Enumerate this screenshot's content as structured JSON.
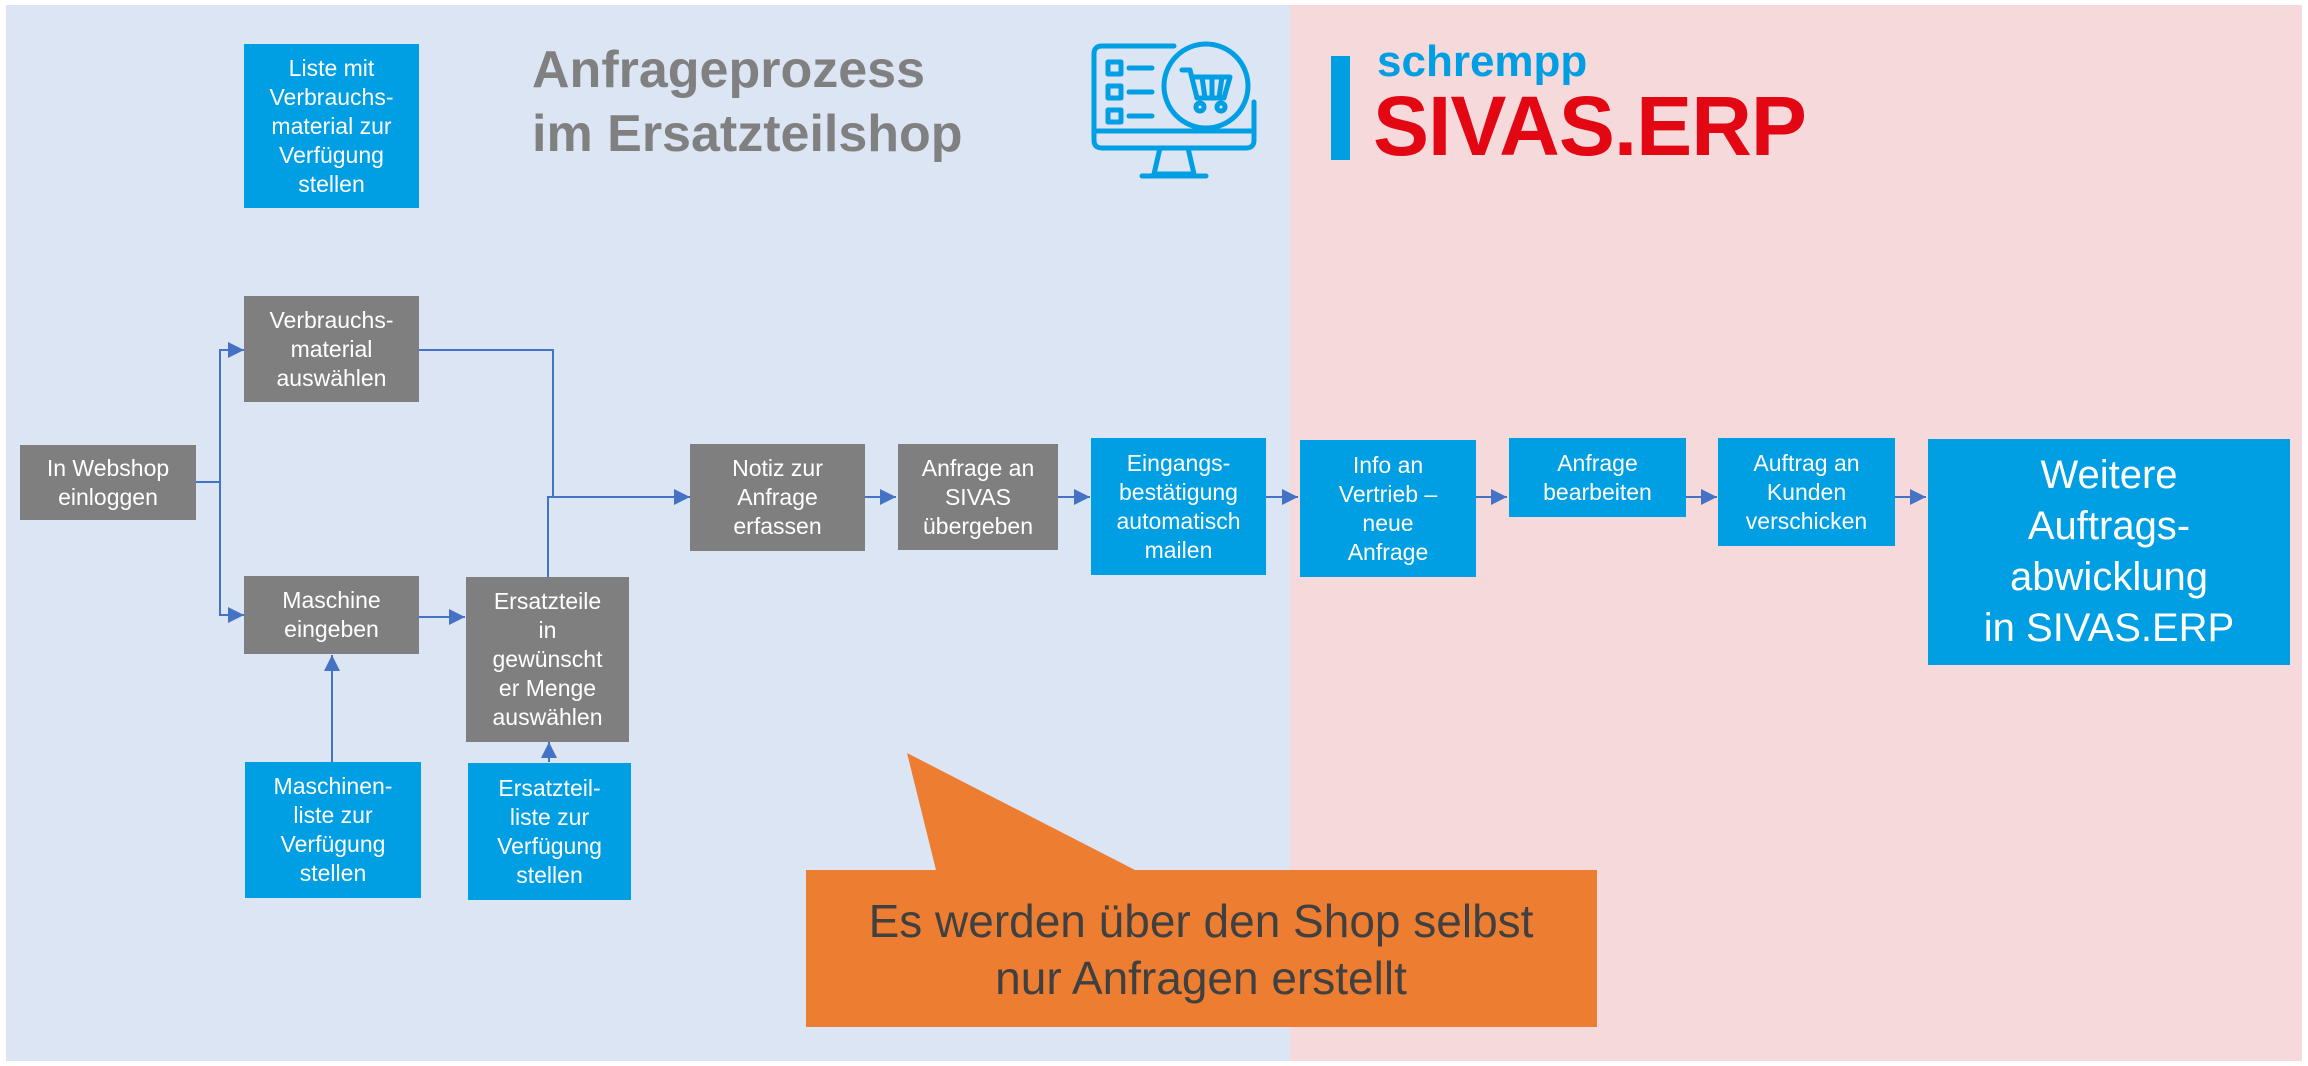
{
  "title": {
    "line1": "Anfrageprozess",
    "line2": "im Ersatzteilshop"
  },
  "logo": {
    "small": "schrempp",
    "main": "SIVAS.ERP",
    "icon": "webshop-cart-monitor-icon",
    "colors": {
      "blue": "#009ee3",
      "red": "#e30613"
    }
  },
  "zones": {
    "left_color": "#dce5f4",
    "right_color": "#f6d9db"
  },
  "boxes": {
    "liste_verbrauch": [
      "Liste mit",
      "Verbrauchs-",
      "material zur",
      "Verfügung",
      "stellen"
    ],
    "verbrauch_auswaehlen": [
      "Verbrauchs-",
      "material",
      "auswählen"
    ],
    "webshop_login": [
      "In Webshop",
      "einloggen"
    ],
    "maschine_eingeben": [
      "Maschine",
      "eingeben"
    ],
    "maschinenliste": [
      "Maschinen-",
      "liste zur",
      "Verfügung",
      "stellen"
    ],
    "ersatzteile_auswaehlen": [
      "Ersatzteile",
      "in",
      "gewünscht",
      "er Menge",
      "auswählen"
    ],
    "ersatzteilliste": [
      "Ersatzteil-",
      "liste zur",
      "Verfügung",
      "stellen"
    ],
    "notiz": [
      "Notiz zur",
      "Anfrage",
      "erfassen"
    ],
    "anfrage_sivas": [
      "Anfrage an",
      "SIVAS",
      "übergeben"
    ],
    "eingang_mail": [
      "Eingangs-",
      "bestätigung",
      "automatisch",
      "mailen"
    ],
    "info_vertrieb": [
      "Info an",
      "Vertrieb –",
      "neue",
      "Anfrage"
    ],
    "anfrage_bearbeiten": [
      "Anfrage",
      "bearbeiten"
    ],
    "auftrag_kunden": [
      "Auftrag an",
      "Kunden",
      "verschicken"
    ],
    "weitere": [
      "Weitere",
      "Auftrags-",
      "abwicklung",
      "in SIVAS.ERP"
    ]
  },
  "callout": {
    "line1": "Es werden über den Shop selbst",
    "line2": "nur Anfragen erstellt",
    "color": "#ed7d31"
  },
  "colors": {
    "gray_box": "#7f7f7f",
    "blue_box": "#009ee3",
    "connector": "#4472c4"
  }
}
